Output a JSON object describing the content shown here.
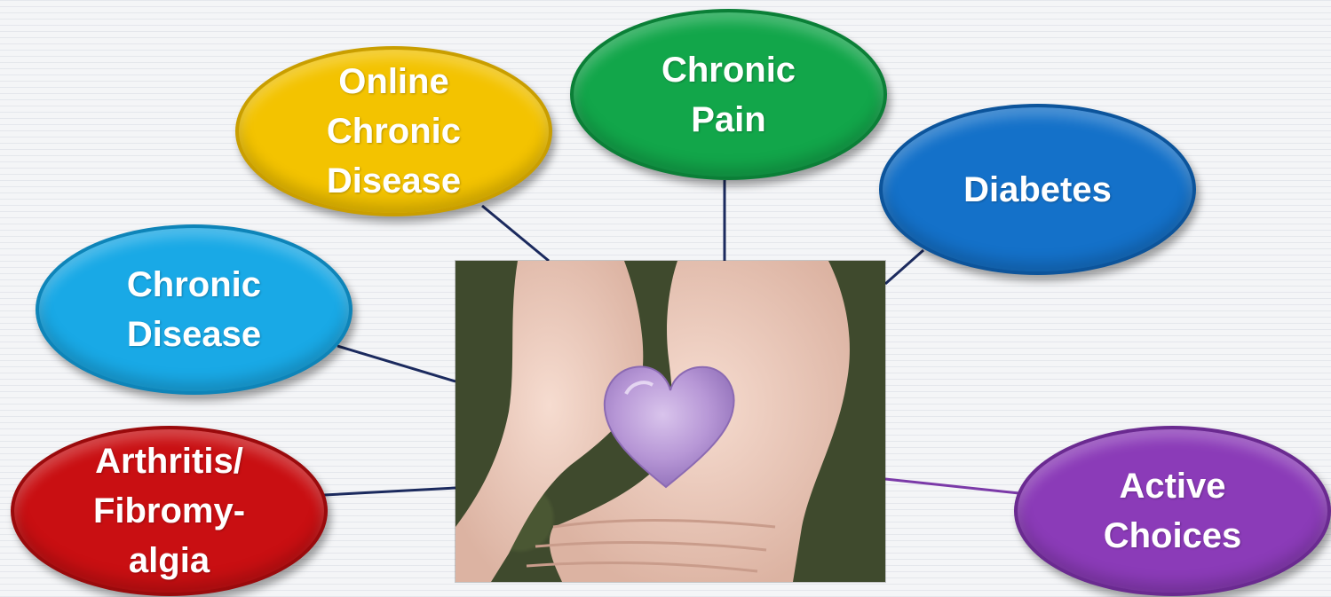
{
  "bubbles": {
    "online_chronic_disease": "Online\nChronic\nDisease",
    "chronic_pain": "Chronic\nPain",
    "diabetes": "Diabetes",
    "chronic_disease": "Chronic\nDisease",
    "arthritis_fibromyalgia": "Arthritis/\nFibromy-\nalgia",
    "active_choices": "Active\nChoices"
  },
  "colors": {
    "online_chronic_disease": "#f3c300",
    "chronic_pain": "#12a64a",
    "diabetes": "#1471c9",
    "chronic_disease": "#19a9e6",
    "arthritis_fibromyalgia": "#c90f12",
    "active_choices": "#8b3bb8",
    "connector_navy": "#1b2a5e",
    "connector_purple": "#7b3aa8"
  },
  "photo": {
    "subject": "hands-holding-heart-stone"
  }
}
